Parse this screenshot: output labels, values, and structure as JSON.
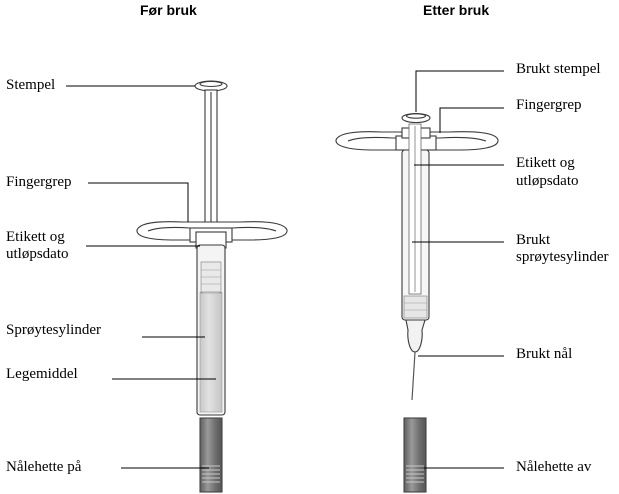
{
  "diagram": {
    "before": {
      "title": "Før bruk",
      "labels": {
        "plunger": "Stempel",
        "finger_grip": "Fingergrep",
        "label_line1": "Etikett og",
        "label_line2": "utløpsdato",
        "barrel": "Sprøytesylinder",
        "medicine": "Legemiddel",
        "needle_cap": "Nålehette på"
      }
    },
    "after": {
      "title": "Etter bruk",
      "labels": {
        "used_plunger": "Brukt stempel",
        "finger_grip": "Fingergrep",
        "label_line1": "Etikett og",
        "label_line2": "utløpsdato",
        "used_barrel_line1": "Brukt",
        "used_barrel_line2": "sprøytesylinder",
        "used_needle": "Brukt nål",
        "needle_cap": "Nålehette av"
      }
    },
    "colors": {
      "outline": "#3a3a3a",
      "medicine": "#d4d4d4",
      "cap": "#7a7a7a",
      "leader": "#000000"
    }
  }
}
